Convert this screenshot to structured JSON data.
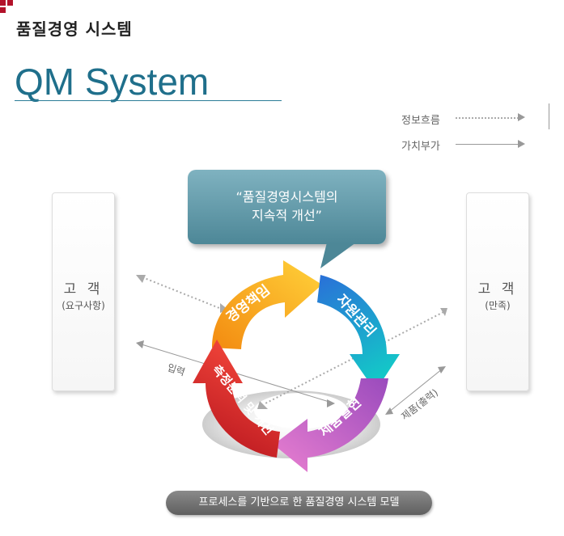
{
  "header": {
    "heading": "품질경영 시스템",
    "title": "QM System"
  },
  "legend": {
    "info_flow": "정보흐름",
    "value_added": "가치부가"
  },
  "customer_left": {
    "title": "고 객",
    "subtitle": "(요구사항)"
  },
  "customer_right": {
    "title": "고 객",
    "subtitle": "(만족)"
  },
  "callout": {
    "text": "“품질경영시스템의\n지속적 개선”"
  },
  "cycle": {
    "segments": [
      {
        "label": "경영책임",
        "color": "#f7a21b"
      },
      {
        "label": "자원관리",
        "color": "#1aa0d8"
      },
      {
        "label": "제품실현",
        "color": "#c45ac4"
      },
      {
        "label": "측정분석 및 개선",
        "color": "#e0282e"
      }
    ]
  },
  "flow_labels": {
    "input": "입력",
    "output": "제품(출력)"
  },
  "caption": "프로세스를 기반으로 한 품질경영 시스템 모델"
}
